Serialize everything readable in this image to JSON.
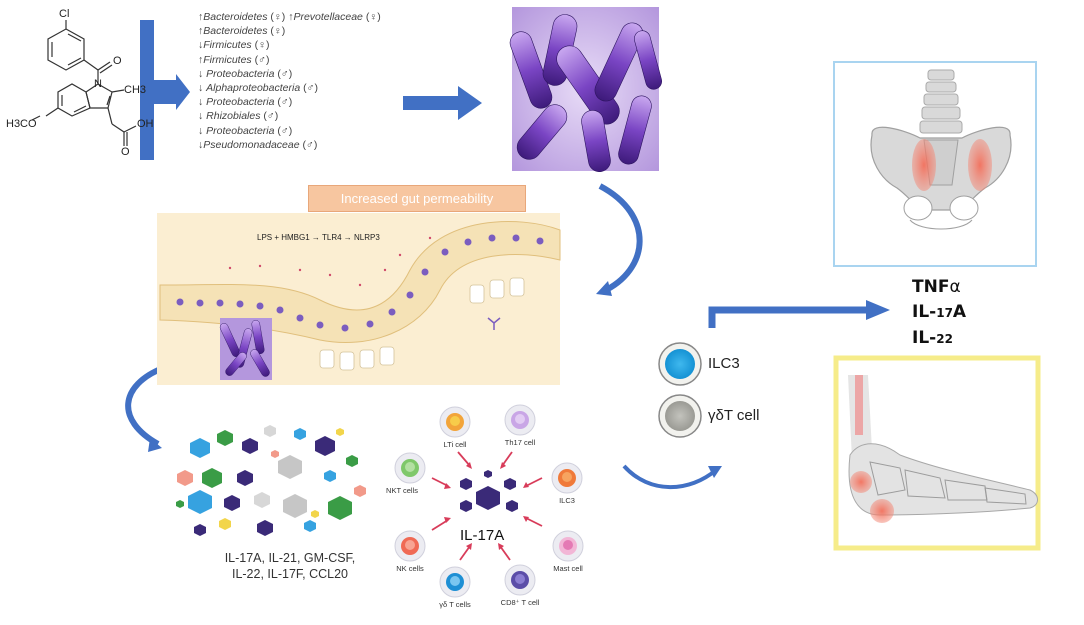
{
  "molecule": {
    "atoms": {
      "cl": "Cl",
      "o_carbonyl": "O",
      "n": "N",
      "ch3": "CH3",
      "h3co": "H3CO",
      "oh": "OH",
      "o_acid": "O"
    }
  },
  "taxa": [
    {
      "arrow": "↑",
      "name": "Bacteroidetes",
      "sex": "(♀)",
      "arrow2": "↑",
      "name2": "Prevotellaceae",
      "sex2": "(♀)"
    },
    {
      "arrow": "↑",
      "name": "Bacteroidetes",
      "sex": "(♀)"
    },
    {
      "arrow": "↓",
      "name": "Firmicutes",
      "sex": "(♀)"
    },
    {
      "arrow": "↑",
      "name": "Firmicutes",
      "sex": "(♂)"
    },
    {
      "arrow": "↓ ",
      "name": "Proteobacteria",
      "sex": "(♂)"
    },
    {
      "arrow": "↓ ",
      "name": "Alphaproteobacteria",
      "sex": "(♂)"
    },
    {
      "arrow": "↓ ",
      "name": "Proteobacteria",
      "sex": "(♂)"
    },
    {
      "arrow": "↓ ",
      "name": "Rhizobiales",
      "sex": "(♂)"
    },
    {
      "arrow": "↓ ",
      "name": "Proteobacteria",
      "sex": "(♂)"
    },
    {
      "arrow": "↓",
      "name": "Pseudomonadaceae",
      "sex": "(♂)"
    }
  ],
  "gut": {
    "banner": "Increased gut permeability",
    "pathway": "LPS + HMBG1 → TLR4 → NLRP3"
  },
  "cytokines_left": [
    "IL-17A, IL-21, GM-CSF,",
    "IL-22, IL-17F, CCL20"
  ],
  "il17_hub": {
    "label": "IL-17A",
    "cells": [
      "LTi cell",
      "Th17 cell",
      "ILC3",
      "Mast cell",
      "CD8⁺ T cell",
      "γδ T cells",
      "NK cells",
      "NKT cells"
    ]
  },
  "effector_cells": [
    {
      "label": "ILC3",
      "color": "#3ab4e6"
    },
    {
      "label": "γδT cell",
      "color": "#b6b6b0"
    }
  ],
  "cytokines_right": [
    {
      "main": "TNF",
      "suffix": "α"
    },
    {
      "main": "IL-",
      "sub": "17",
      "suffix": "A"
    },
    {
      "main": "IL-",
      "sub": "22",
      "suffix": ""
    }
  ],
  "colors": {
    "arrow_blue": "#3f6fc0",
    "bacteria_purple": "#7b4fc0",
    "banner_peach": "#f7c6a0",
    "panel_blue_border": "#a9d4f0",
    "panel_yellow_border": "#f6ec8a",
    "inflammation_red": "#f08070"
  }
}
